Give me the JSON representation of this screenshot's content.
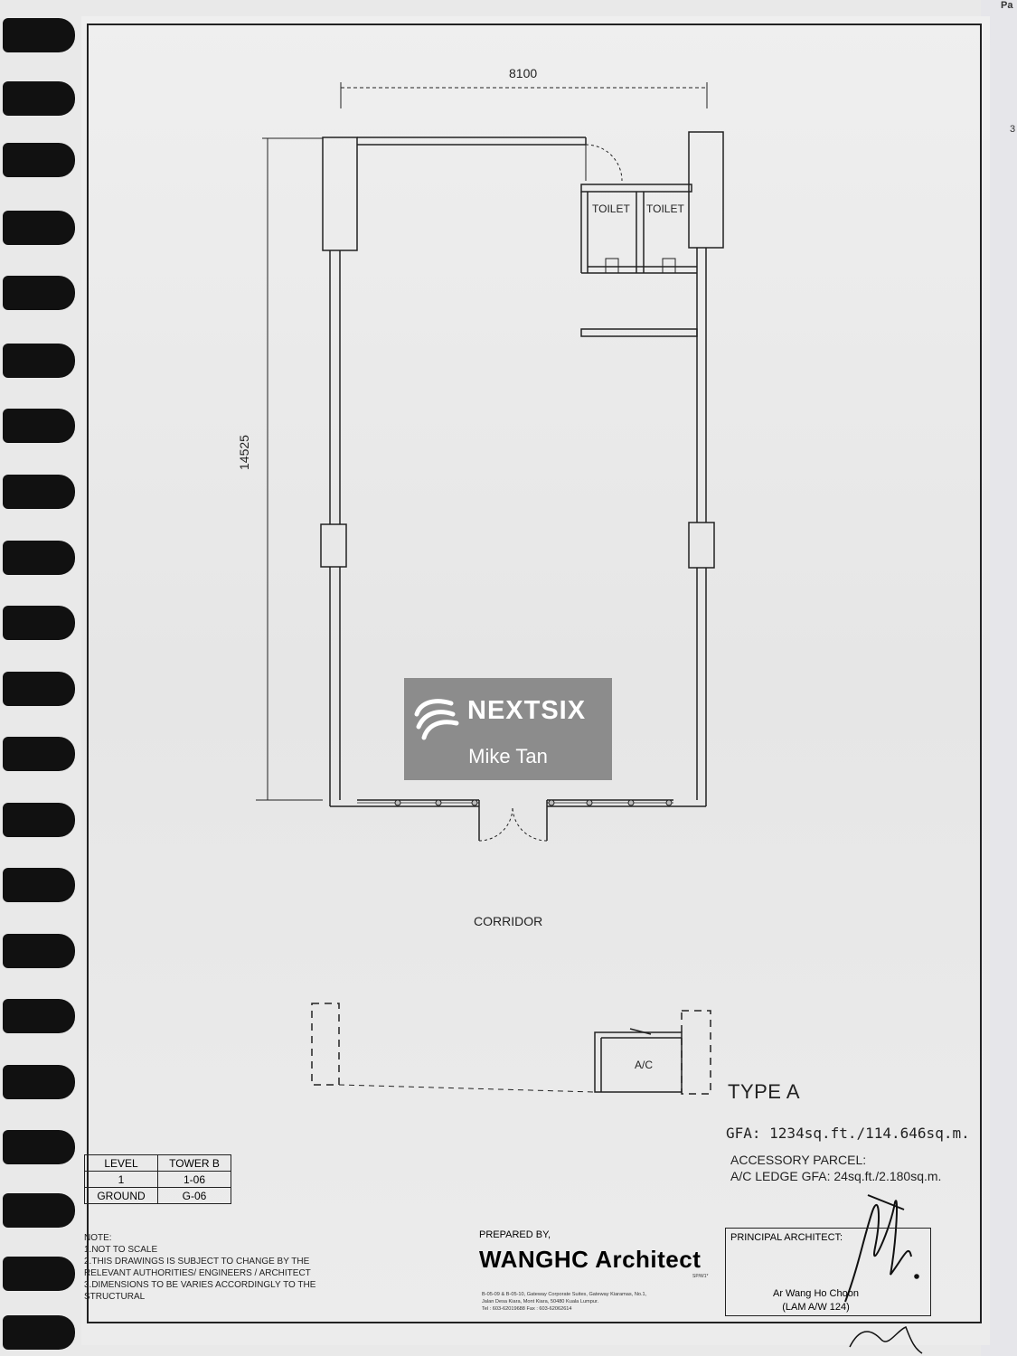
{
  "edge": {
    "top_right": "Pa",
    "side_mark": "3"
  },
  "plan": {
    "width_dim": "8100",
    "height_dim": "14525",
    "toilet_left": "TOILET",
    "toilet_right": "TOILET",
    "corridor": "CORRIDOR",
    "ac_label": "A/C"
  },
  "type_label": "TYPE A",
  "gfa": "GFA: 1234sq.ft./114.646sq.m.",
  "accessory": {
    "line1": "ACCESSORY PARCEL:",
    "line2": "A/C LEDGE GFA: 24sq.ft./2.180sq.m."
  },
  "level_table": {
    "headers": [
      "LEVEL",
      "TOWER B"
    ],
    "rows": [
      [
        "1",
        "1-06"
      ],
      [
        "GROUND",
        "G-06"
      ]
    ]
  },
  "notes": {
    "title": "NOTE:",
    "lines": [
      "1.NOT TO SCALE",
      "2.THIS DRAWINGS IS SUBJECT TO CHANGE BY THE",
      "RELEVANT AUTHORITIES/ ENGINEERS / ARCHITECT",
      "3.DIMENSIONS TO BE VARIES ACCORDINGLY TO THE",
      "STRUCTURAL"
    ]
  },
  "prepared": {
    "label": "PREPARED BY,",
    "firm": "WANGHC Architect",
    "firm_sub": "SP/W1*",
    "address": [
      "B-05-09 & B-05-10, Gateway Corporate Suites, Gateway Kiaramas, No.1,",
      "Jalan Desa Kiara, Mont Kiara, 50480 Kuala Lumpur.",
      "Tel : 603-62019688 Fax : 603-62062614"
    ]
  },
  "principal": {
    "label": "PRINCIPAL ARCHITECT:",
    "name": "Ar Wang Ho Choon",
    "lam": "(LAM A/W 124)"
  },
  "watermark": {
    "brand": "NEXTSIX",
    "agent": "Mike Tan"
  },
  "colors": {
    "ink": "#222222",
    "paper": "#ececec",
    "watermark_bg": "#787878",
    "ring": "#111111"
  }
}
